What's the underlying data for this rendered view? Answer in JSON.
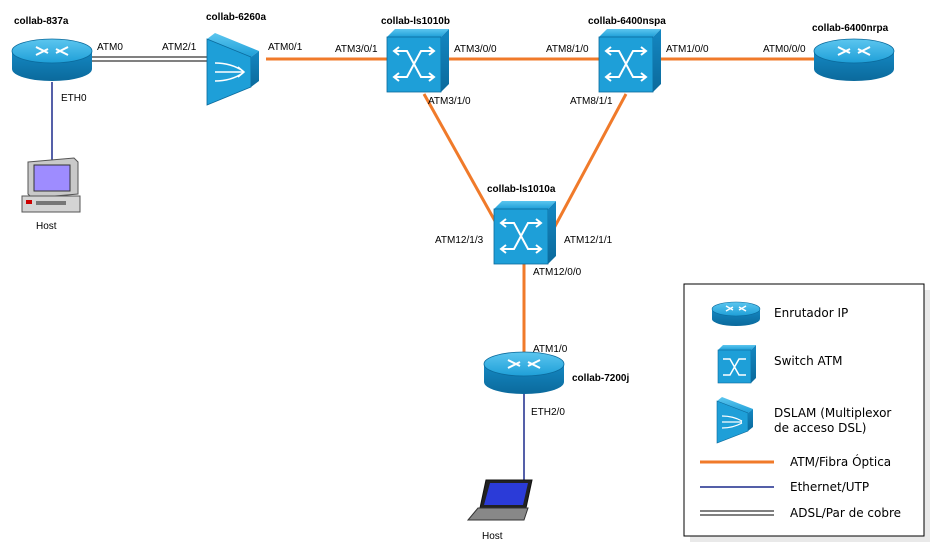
{
  "devices": {
    "r837a": {
      "name": "collab-837a",
      "iface_eth": "ETH0"
    },
    "dslam": {
      "name": "collab-6260a"
    },
    "ls1010b": {
      "name": "collab-ls1010b"
    },
    "nspa": {
      "name": "collab-6400nspa"
    },
    "nrpa": {
      "name": "collab-6400nrpa"
    },
    "ls1010a": {
      "name": "collab-ls1010a"
    },
    "r7200j": {
      "name": "collab-7200j",
      "iface_eth": "ETH2/0"
    },
    "host1": {
      "name": "Host"
    },
    "host2": {
      "name": "Host"
    }
  },
  "ports": {
    "atm0": "ATM0",
    "atm2_1": "ATM2/1",
    "atm0_1": "ATM0/1",
    "atm3_0_1": "ATM3/0/1",
    "atm3_0_0": "ATM3/0/0",
    "atm8_1_0": "ATM8/1/0",
    "atm1_0_0": "ATM1/0/0",
    "atm0_0_0": "ATM0/0/0",
    "atm3_1_0": "ATM3/1/0",
    "atm8_1_1": "ATM8/1/1",
    "atm12_1_3": "ATM12/1/3",
    "atm12_1_1": "ATM12/1/1",
    "atm12_0_0": "ATM12/0/0",
    "atm1_0": "ATM1/0"
  },
  "legend": {
    "router": "Enrutador IP",
    "switch": "Switch ATM",
    "dslam_line1": "DSLAM (Multiplexor",
    "dslam_line2": "de acceso DSL)",
    "atm_link": "ATM/Fibra Óptica",
    "eth_link": "Ethernet/UTP",
    "adsl_link": "ADSL/Par de cobre"
  },
  "colors": {
    "atm": "#f07a2a",
    "ethernet": "#1c2a8c",
    "device": "#1e9fd8",
    "device_dark": "#0c6d9f"
  }
}
